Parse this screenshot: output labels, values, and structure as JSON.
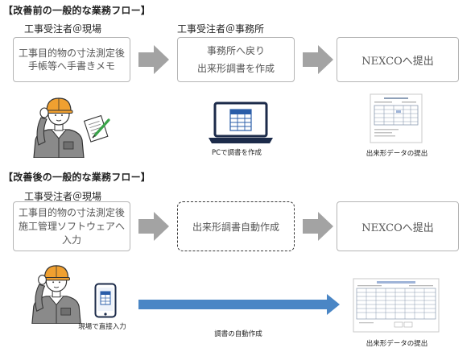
{
  "before": {
    "title": "【改善前の一般的な業務フロー】",
    "labels": {
      "site": "工事受注者＠現場",
      "office": "工事受注者＠事務所"
    },
    "steps": [
      {
        "lines": [
          "工事目的物の寸法測定後",
          "手帳等へ手書きメモ"
        ]
      },
      {
        "lines": [
          "事務所へ戻り",
          "出来形調書を作成"
        ]
      },
      {
        "lines": [
          "NEXCOへ提出"
        ]
      }
    ],
    "captions": {
      "pc": "PCで調書を作成",
      "submit": "出来形データの提出"
    }
  },
  "after": {
    "title": "【改善後の一般的な業務フロー】",
    "labels": {
      "site": "工事受注者＠現場"
    },
    "steps": [
      {
        "lines": [
          "工事目的物の寸法測定後",
          "施工管理ソフトウェアへ",
          "入力"
        ]
      },
      {
        "lines": [
          "出来形調書自動作成"
        ]
      },
      {
        "lines": [
          "NEXCOへ提出"
        ]
      }
    ],
    "captions": {
      "input": "現場で直接入力",
      "auto": "調書の自動作成",
      "submit": "出来形データの提出"
    }
  },
  "icons": [
    "worker-illustration",
    "helmet-icon",
    "notepad-icon",
    "pen-icon",
    "laptop-icon",
    "document-thumbnail",
    "smartphone-icon",
    "arrow-right-icon"
  ],
  "colors": {
    "flow_arrow": "#a3a3a3",
    "auto_arrow": "#4a86c5",
    "helmet": "#f0a030",
    "coverall": "#8a8a8a",
    "pen": "#3aa34a",
    "box_border": "#b5b5b5",
    "box_text": "#555555"
  }
}
